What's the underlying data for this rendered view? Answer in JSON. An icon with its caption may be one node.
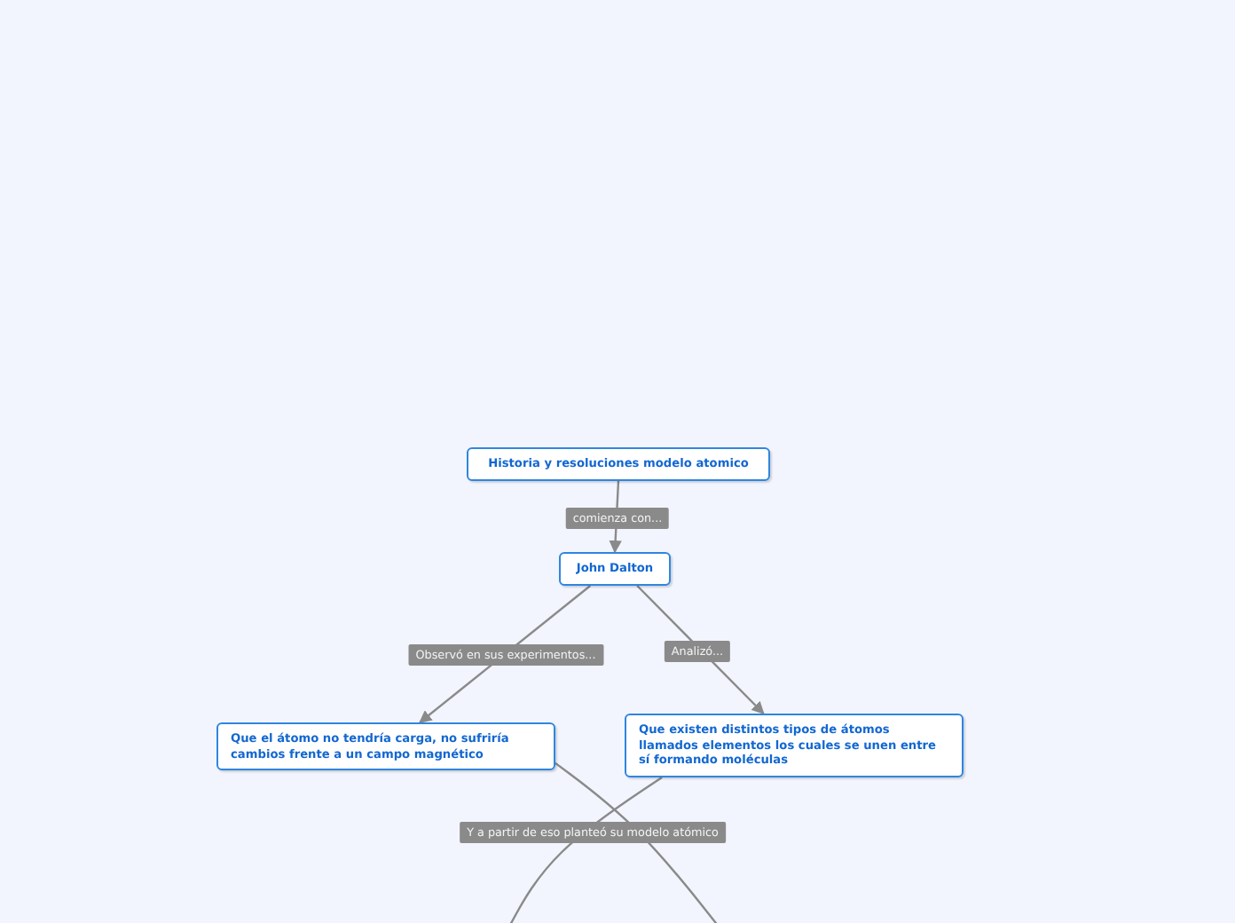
{
  "diagram": {
    "nodes": [
      {
        "text": [
          "Historia y resoluciones modelo atomico"
        ]
      },
      {
        "text": [
          "John Dalton"
        ]
      },
      {
        "text": [
          "Que el átomo no tendría carga, no sufriría cambios frente a un campo magnético"
        ]
      },
      {
        "text": [
          "Que existen distintos tipos de átomos llamados elementos los cuales se unen entre sí formando moléculas"
        ]
      }
    ],
    "edges": [
      {
        "from": 0,
        "to": 1,
        "arrow": "to",
        "label": "comienza con..."
      },
      {
        "from": 1,
        "to": 2,
        "arrow": "to",
        "label": "Observó en sus experimentos..."
      },
      {
        "from": 1,
        "to": 3,
        "arrow": "to",
        "label": "Analizó..."
      },
      {
        "from": 2,
        "to": null,
        "arrow": "none",
        "label": "Y a partir de eso planteó su modelo atómico"
      },
      {
        "from": 3,
        "to": null,
        "arrow": "none"
      }
    ]
  }
}
